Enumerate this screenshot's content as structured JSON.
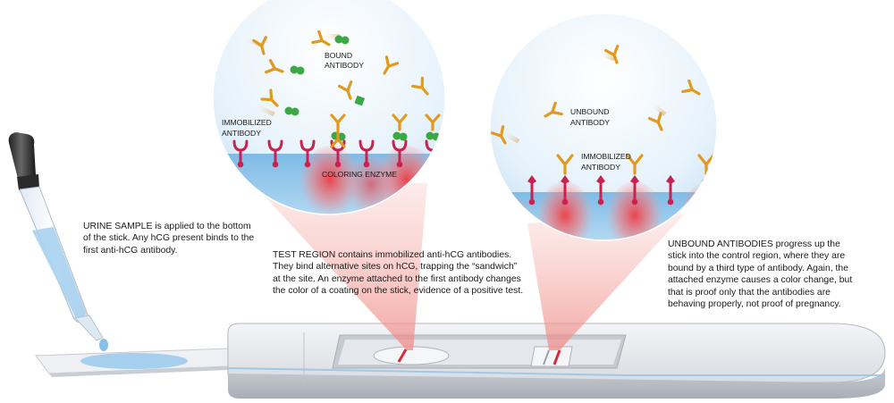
{
  "colors": {
    "antibody_orange": "#e09a1e",
    "immobilized_pink": "#c8224f",
    "hcg_green": "#3aa843",
    "enzyme_glow": "#ef4a4f",
    "fluid_blue": "#8fc3e8",
    "stick_gray": "#d6d9de"
  },
  "test_zoom": {
    "label_bound": [
      "BOUND",
      "ANTIBODY"
    ],
    "label_immobilized": [
      "IMMOBILIZED",
      "ANTIBODY"
    ],
    "label_enzyme": "COLORING ENZYME"
  },
  "control_zoom": {
    "label_unbound": [
      "UNBOUND",
      "ANTIBODY"
    ],
    "label_immobilized": [
      "IMMOBILIZED",
      "ANTIBODY"
    ]
  },
  "captions": {
    "urine": {
      "lead": "URINE SAMPLE",
      "lines": [
        " is applied to the bottom",
        "of the stick. Any hCG present binds to the",
        "first anti-hCG antibody."
      ]
    },
    "test": {
      "lead": "TEST REGION",
      "lines": [
        " contains immobilized anti-hCG antibodies.",
        "They bind alternative sites on hCG, trapping the “sandwich”",
        " at the site. An enzyme attached to the first antibody changes",
        "the color of a coating on the stick, evidence of a positive test."
      ]
    },
    "unbound": {
      "lead": "UNBOUND ANTIBODIES",
      "lines": [
        " progress up the",
        "stick into the control region, where they are",
        "bound by a third type of antibody. Again, the",
        "attached enzyme causes a color change, but",
        "that is proof only that the antibodies are",
        "behaving properly, not proof of pregnancy."
      ]
    }
  }
}
